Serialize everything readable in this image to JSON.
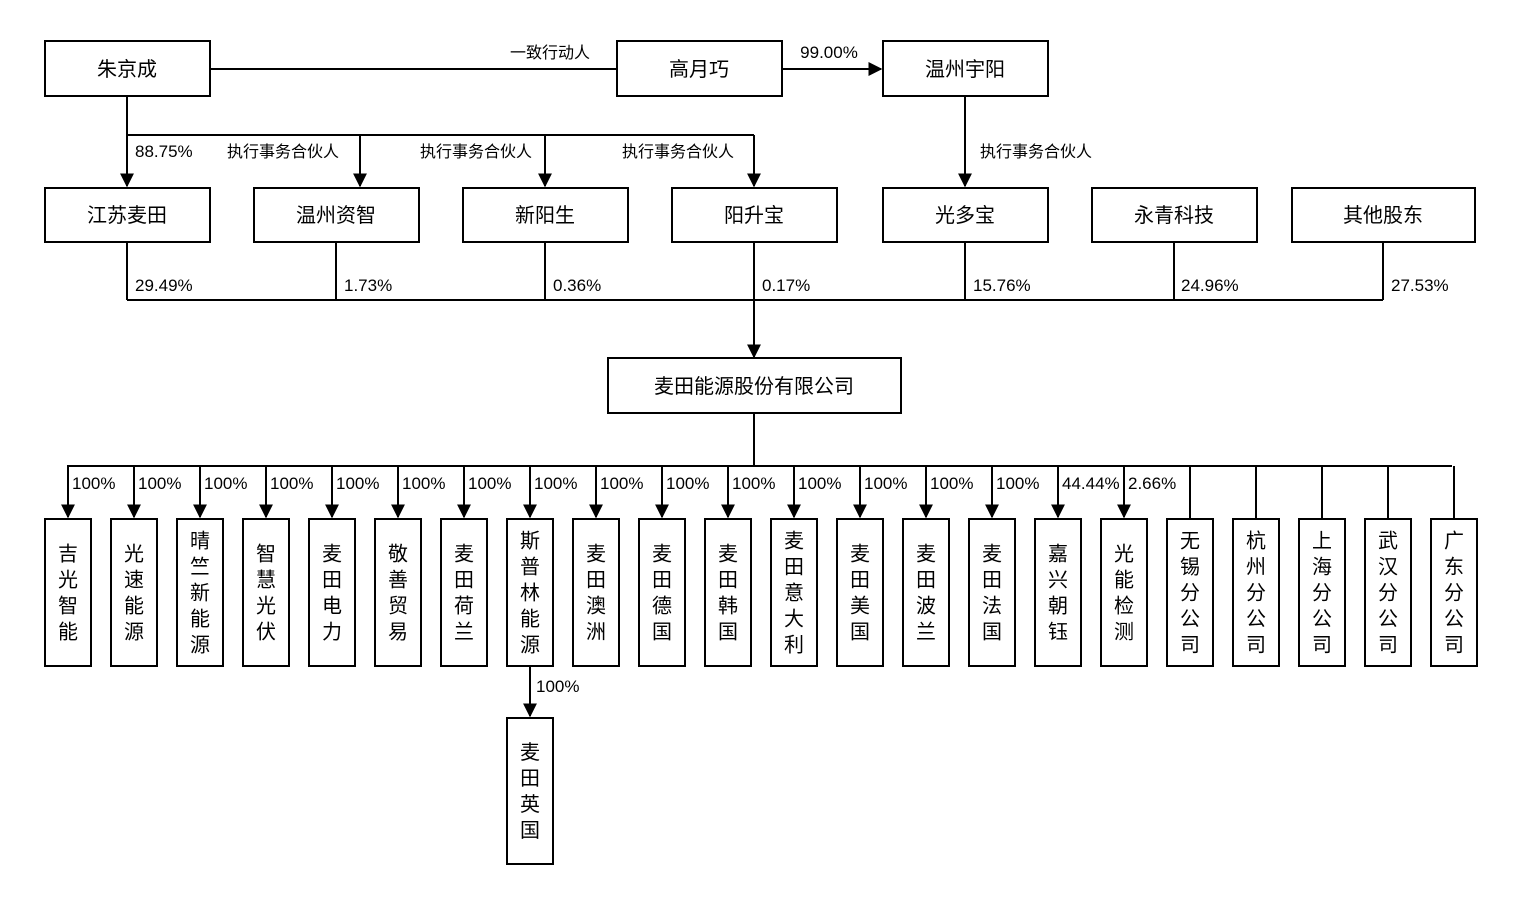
{
  "colors": {
    "line": "#000000",
    "box_fill": "#ffffff",
    "text": "#000000"
  },
  "top_row": {
    "zhu": "朱京成",
    "gao": "高月巧",
    "wenzhou_yuyang": "温州宇阳",
    "concert_label": "一致行动人",
    "gao_to_yuyang_pct": "99.00%"
  },
  "second_row": {
    "jiangsu_maitian": "江苏麦田",
    "wenzhou_zizhi": "温州资智",
    "xinyangsheng": "新阳生",
    "yangshengbao": "阳升宝",
    "guangduobao": "光多宝",
    "yongqing_keji": "永青科技",
    "other_shareholders": "其他股东",
    "zhu_to_jiangsu_pct": "88.75%",
    "gp_label_1": "执行事务合伙人",
    "gp_label_2": "执行事务合伙人",
    "gp_label_3": "执行事务合伙人",
    "gp_label_4": "执行事务合伙人"
  },
  "holdings": {
    "jiangsu_maitian": "29.49%",
    "wenzhou_zizhi": "1.73%",
    "xinyangsheng": "0.36%",
    "yangshengbao": "0.17%",
    "guangduobao": "15.76%",
    "yongqing_keji": "24.96%",
    "other_shareholders": "27.53%"
  },
  "company": {
    "name": "麦田能源股份有限公司"
  },
  "subsidiaries": [
    {
      "name": "吉光智能",
      "pct": "100%"
    },
    {
      "name": "光速能源",
      "pct": "100%"
    },
    {
      "name": "晴竺新能源",
      "pct": "100%"
    },
    {
      "name": "智慧光伏",
      "pct": "100%"
    },
    {
      "name": "麦田电力",
      "pct": "100%"
    },
    {
      "name": "敬善贸易",
      "pct": "100%"
    },
    {
      "name": "麦田荷兰",
      "pct": "100%"
    },
    {
      "name": "斯普林能源",
      "pct": "100%"
    },
    {
      "name": "麦田澳洲",
      "pct": "100%"
    },
    {
      "name": "麦田德国",
      "pct": "100%"
    },
    {
      "name": "麦田韩国",
      "pct": "100%"
    },
    {
      "name": "麦田意大利",
      "pct": "100%"
    },
    {
      "name": "麦田美国",
      "pct": "100%"
    },
    {
      "name": "麦田波兰",
      "pct": "100%"
    },
    {
      "name": "麦田法国",
      "pct": "100%"
    },
    {
      "name": "嘉兴朝钰",
      "pct": "44.44%"
    },
    {
      "name": "光能检测",
      "pct": "2.66%"
    },
    {
      "name": "无锡分公司",
      "pct": ""
    },
    {
      "name": "杭州分公司",
      "pct": ""
    },
    {
      "name": "上海分公司",
      "pct": ""
    },
    {
      "name": "武汉分公司",
      "pct": ""
    },
    {
      "name": "广东分公司",
      "pct": ""
    }
  ],
  "sub_subsidiary": {
    "name": "麦田英国",
    "pct": "100%"
  }
}
